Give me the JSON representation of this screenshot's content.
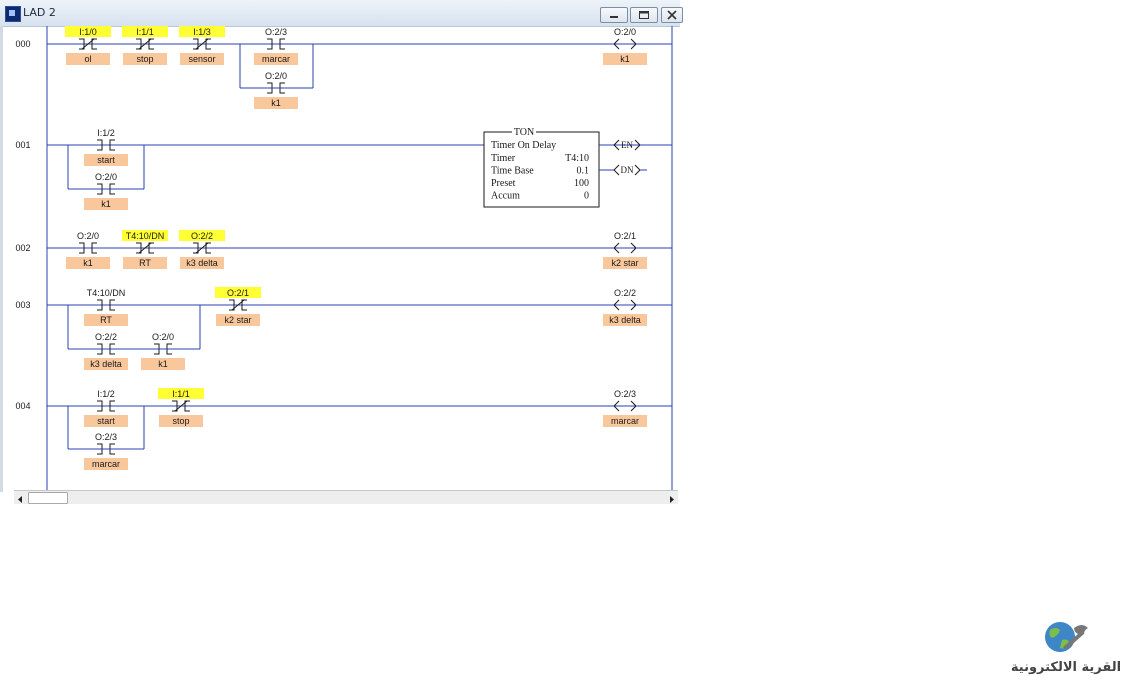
{
  "window": {
    "title": "LAD 2",
    "wire_color": "#2b3fb0",
    "tag_color": "#f9c79c",
    "forced_color": "#ffff33"
  },
  "rungs": [
    {
      "number": "000",
      "instructions": [
        {
          "type": "xio",
          "address": "I:1/0",
          "tag": "ol",
          "highlight": true
        },
        {
          "type": "xio",
          "address": "I:1/1",
          "tag": "stop",
          "highlight": true
        },
        {
          "type": "xio",
          "address": "I:1/3",
          "tag": "sensor",
          "highlight": true
        },
        {
          "type": "xic",
          "address": "O:2/3",
          "tag": "marcar",
          "highlight": false
        },
        {
          "type": "xic",
          "address": "O:2/0",
          "tag": "k1",
          "highlight": false,
          "branch": true
        },
        {
          "type": "ote",
          "address": "O:2/0",
          "tag": "k1",
          "highlight": false
        }
      ]
    },
    {
      "number": "001",
      "instructions": [
        {
          "type": "xic",
          "address": "I:1/2",
          "tag": "start",
          "highlight": false
        },
        {
          "type": "xic",
          "address": "O:2/0",
          "tag": "k1",
          "highlight": false,
          "branch": true
        }
      ],
      "timer": {
        "name": "TON",
        "description": "Timer On Delay",
        "rows": [
          {
            "label": "Timer",
            "value": "T4:10"
          },
          {
            "label": "Time Base",
            "value": "0.1"
          },
          {
            "label": "Preset",
            "value": "100"
          },
          {
            "label": "Accum",
            "value": "0"
          }
        ],
        "outputs": [
          "EN",
          "DN"
        ]
      }
    },
    {
      "number": "002",
      "instructions": [
        {
          "type": "xic",
          "address": "O:2/0",
          "tag": "k1",
          "highlight": false
        },
        {
          "type": "xio",
          "address": "T4:10/DN",
          "tag": "RT",
          "highlight": true
        },
        {
          "type": "xio",
          "address": "O:2/2",
          "tag": "k3 delta",
          "highlight": true
        },
        {
          "type": "ote",
          "address": "O:2/1",
          "tag": "k2 star",
          "highlight": false
        }
      ]
    },
    {
      "number": "003",
      "instructions": [
        {
          "type": "xic",
          "address": "T4:10/DN",
          "tag": "RT",
          "highlight": false
        },
        {
          "type": "xic",
          "address": "O:2/2",
          "tag": "k3 delta",
          "highlight": false,
          "branch": true
        },
        {
          "type": "xic",
          "address": "O:2/0",
          "tag": "k1",
          "highlight": false,
          "branch": true
        },
        {
          "type": "xio",
          "address": "O:2/1",
          "tag": "k2 star",
          "highlight": true
        },
        {
          "type": "ote",
          "address": "O:2/2",
          "tag": "k3 delta",
          "highlight": false
        }
      ]
    },
    {
      "number": "004",
      "instructions": [
        {
          "type": "xic",
          "address": "I:1/2",
          "tag": "start",
          "highlight": false
        },
        {
          "type": "xio",
          "address": "I:1/1",
          "tag": "stop",
          "highlight": true
        },
        {
          "type": "xic",
          "address": "O:2/3",
          "tag": "marcar",
          "highlight": false,
          "branch": true
        },
        {
          "type": "ote",
          "address": "O:2/3",
          "tag": "marcar",
          "highlight": false
        }
      ]
    }
  ],
  "watermark": {
    "text": "القرية الالكترونية",
    "icon": "globe-with-wrench-icon"
  }
}
